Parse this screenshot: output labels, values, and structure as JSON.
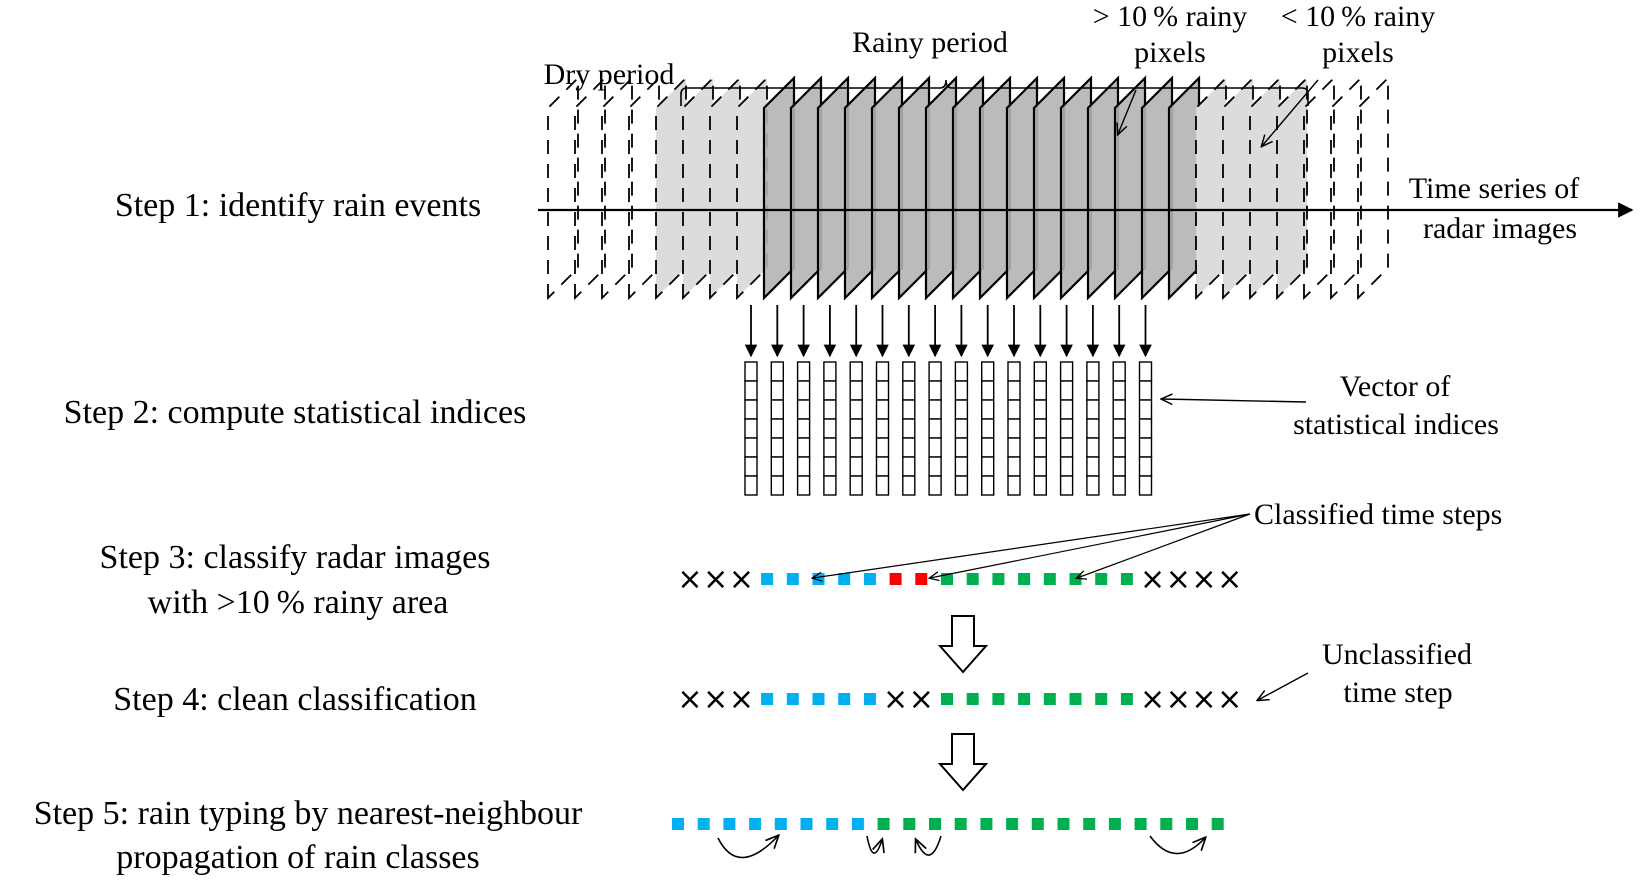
{
  "steps": [
    {
      "lines": [
        "Step 1: identify rain events"
      ]
    },
    {
      "lines": [
        "Step 2:  compute statistical indices"
      ]
    },
    {
      "lines": [
        "Step 3: classify radar images",
        "with >10 % rainy area"
      ]
    },
    {
      "lines": [
        "Step 4:  clean classification"
      ]
    },
    {
      "lines": [
        "Step 5: rain typing by nearest-neighbour",
        "propagation of rain classes"
      ]
    }
  ],
  "annotations": {
    "dry_period": "Dry period",
    "rainy_period": "Rainy period",
    "gt10": [
      "> 10 % rainy",
      "pixels"
    ],
    "lt10": [
      "< 10 % rainy",
      "pixels"
    ],
    "time_series": [
      "Time series of",
      "radar images"
    ],
    "vector": [
      "Vector of",
      "statistical indices"
    ],
    "classified": "Classified time steps",
    "unclassified": [
      "Unclassified",
      "time step"
    ]
  },
  "colors": {
    "blue": "#00b0f0",
    "red": "#ff0000",
    "green": "#00b050",
    "panel_light": "#dcdcdc",
    "panel_dark": "#b4b4b4"
  },
  "icons": {
    "unclassified_marker": "×"
  },
  "sequences": {
    "step3": [
      "x",
      "x",
      "x",
      "b",
      "b",
      "b",
      "b",
      "b",
      "r",
      "r",
      "g",
      "g",
      "g",
      "g",
      "g",
      "g",
      "g",
      "g",
      "x",
      "x",
      "x",
      "x"
    ],
    "step4": [
      "x",
      "x",
      "x",
      "b",
      "b",
      "b",
      "b",
      "b",
      "x",
      "x",
      "g",
      "g",
      "g",
      "g",
      "g",
      "g",
      "g",
      "g",
      "x",
      "x",
      "x",
      "x"
    ],
    "step5": [
      "b",
      "b",
      "b",
      "b",
      "b",
      "b",
      "b",
      "b",
      "g",
      "g",
      "g",
      "g",
      "g",
      "g",
      "g",
      "g",
      "g",
      "g",
      "g",
      "g",
      "g",
      "g"
    ]
  }
}
